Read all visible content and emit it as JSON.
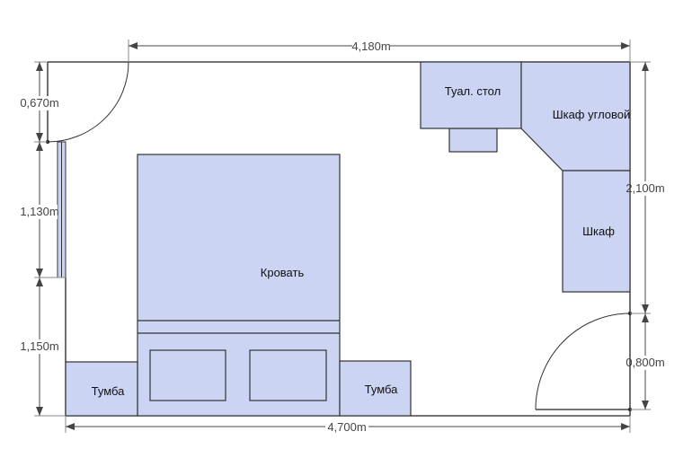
{
  "plan": {
    "furniture": {
      "bed": "Кровать",
      "nightstand_left": "Тумба",
      "nightstand_right": "Тумба",
      "dressing_table": "Туал. стол",
      "corner_wardrobe": "Шкаф угловой",
      "wardrobe": "Шкаф"
    },
    "dimensions": {
      "top": "4,180m",
      "bottom": "4,700m",
      "left_door": "0,670m",
      "left_window": "1,130m",
      "left_lower": "1,150m",
      "right_upper": "2,100m",
      "right_door": "0,800m"
    },
    "colors": {
      "furniture_fill": "#ccd4f4",
      "line": "#222222"
    }
  }
}
